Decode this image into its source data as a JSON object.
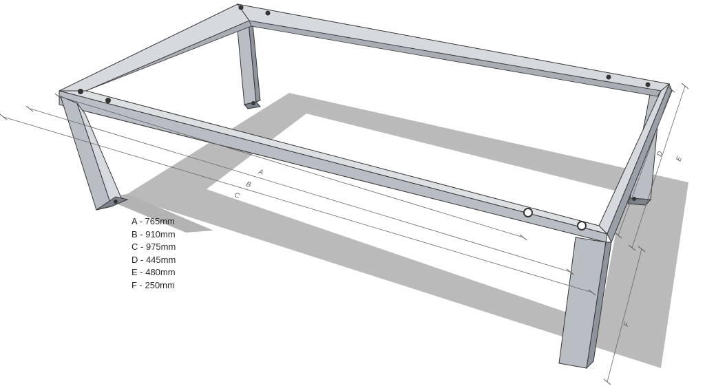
{
  "diagram": {
    "dimension_letters": [
      "A",
      "B",
      "C",
      "D",
      "E",
      "F"
    ],
    "legend": [
      {
        "letter": "A",
        "text": "A - 765mm"
      },
      {
        "letter": "B",
        "text": "B - 910mm"
      },
      {
        "letter": "C",
        "text": "C - 975mm"
      },
      {
        "letter": "D",
        "text": "D - 445mm"
      },
      {
        "letter": "E",
        "text": "E - 480mm"
      },
      {
        "letter": "F",
        "text": "F - 250mm"
      }
    ],
    "colors": {
      "metal_top": "#d6d9dd",
      "metal_front": "#b9bec4",
      "metal_side": "#9aa0a7",
      "metal_dark": "#7c828a",
      "shadow": "#b3b3b3",
      "dim_line": "#666666"
    }
  }
}
